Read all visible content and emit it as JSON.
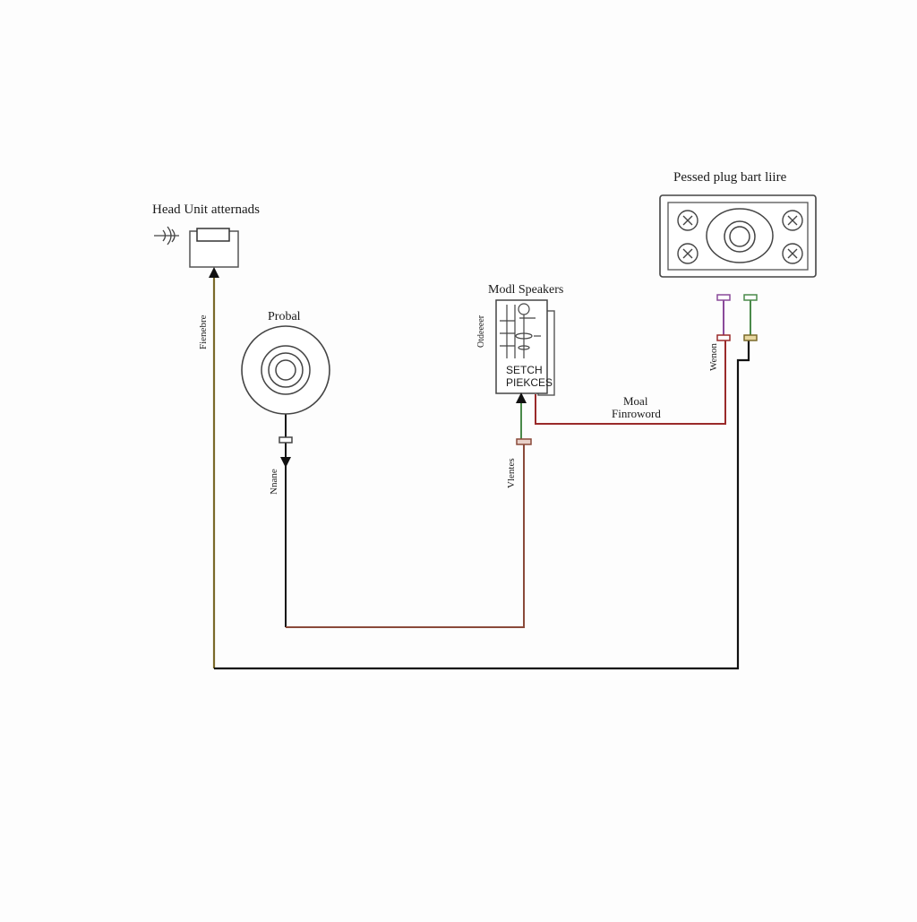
{
  "diagram": {
    "head_unit": {
      "label": "Head Unit atternads",
      "wire_label": "Fienebre"
    },
    "probal_speaker": {
      "label": "Probal",
      "wire_label": "Nnane"
    },
    "model_speakers": {
      "label": "Modl Speakers",
      "side_label": "Otdeeeer",
      "box_line1": "SETCH",
      "box_line2": "PIEKCES",
      "wire_label": "Vlentes"
    },
    "plug_unit": {
      "label": "Pessed plug bart liire",
      "wire_label": "Wenon"
    },
    "wire_annotation": {
      "line1": "Moal",
      "line2": "Finroword"
    },
    "colors": {
      "wire_olive": "#7a6a2a",
      "wire_black": "#111111",
      "wire_brown": "#8a4a3a",
      "wire_red": "#9a2a2a",
      "wire_green": "#4a8a4a",
      "wire_purple": "#8a4a9a",
      "outline": "#444444"
    }
  }
}
